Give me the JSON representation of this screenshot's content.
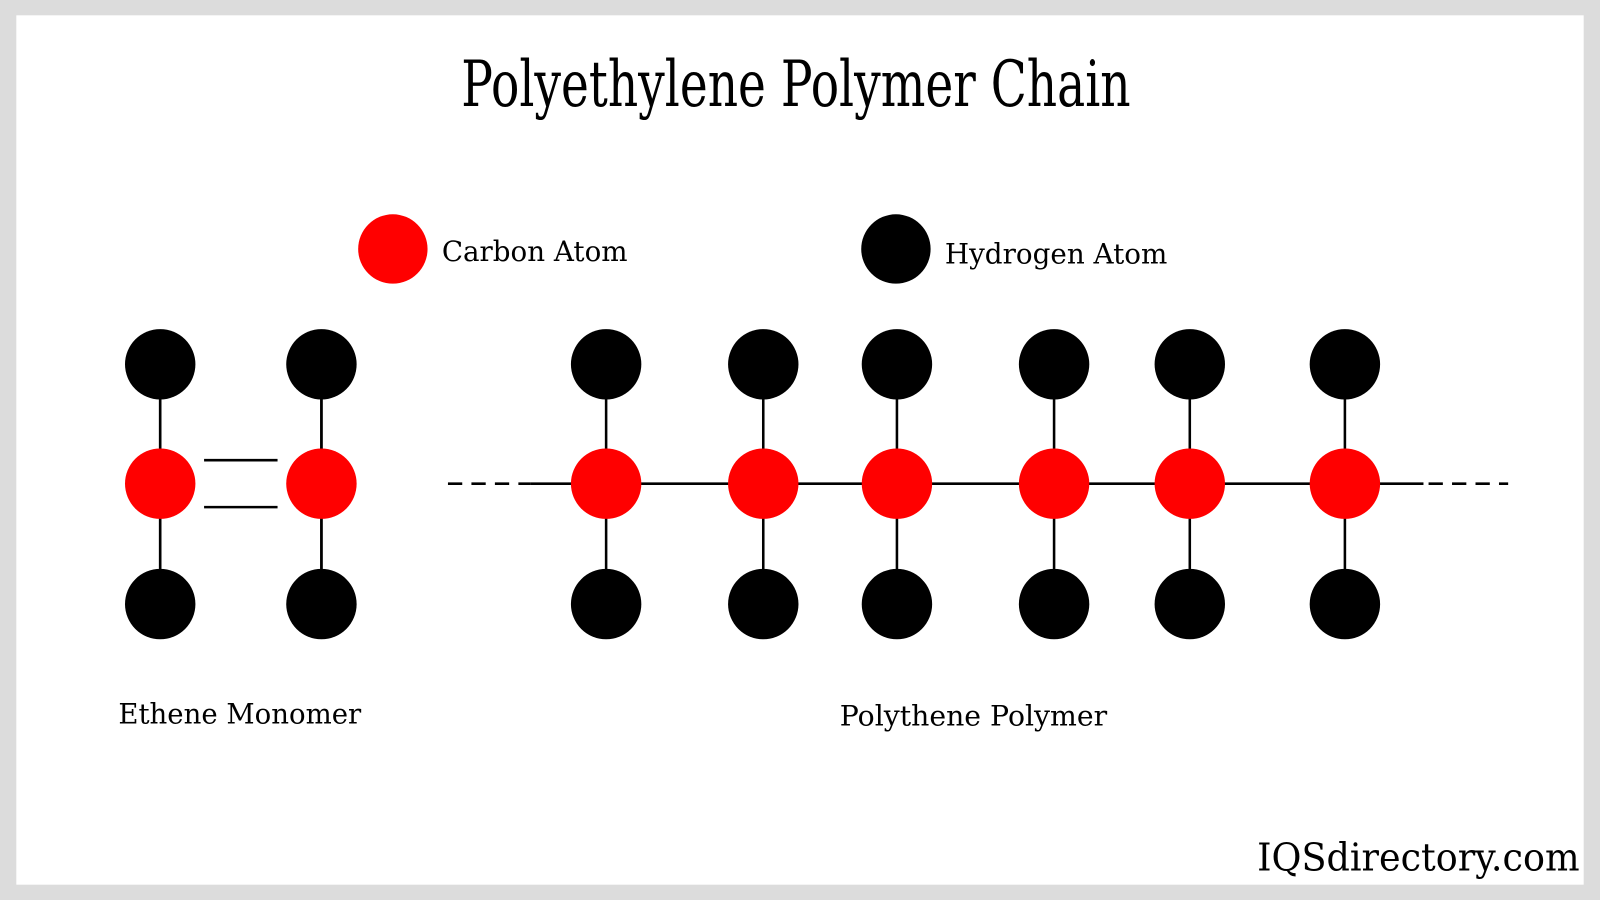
{
  "title": "Polyethylene Polymer Chain",
  "legend": {
    "carbon_label": "Carbon Atom",
    "hydrogen_label": "Hydrogen Atom"
  },
  "labels": {
    "monomer": "Ethene Monomer",
    "polymer": "Polythene Polymer"
  },
  "watermark": "IQSdirectory.com",
  "colors": {
    "carbon": "#ff0000",
    "hydrogen": "#000000",
    "border": "#dcdcdc"
  }
}
